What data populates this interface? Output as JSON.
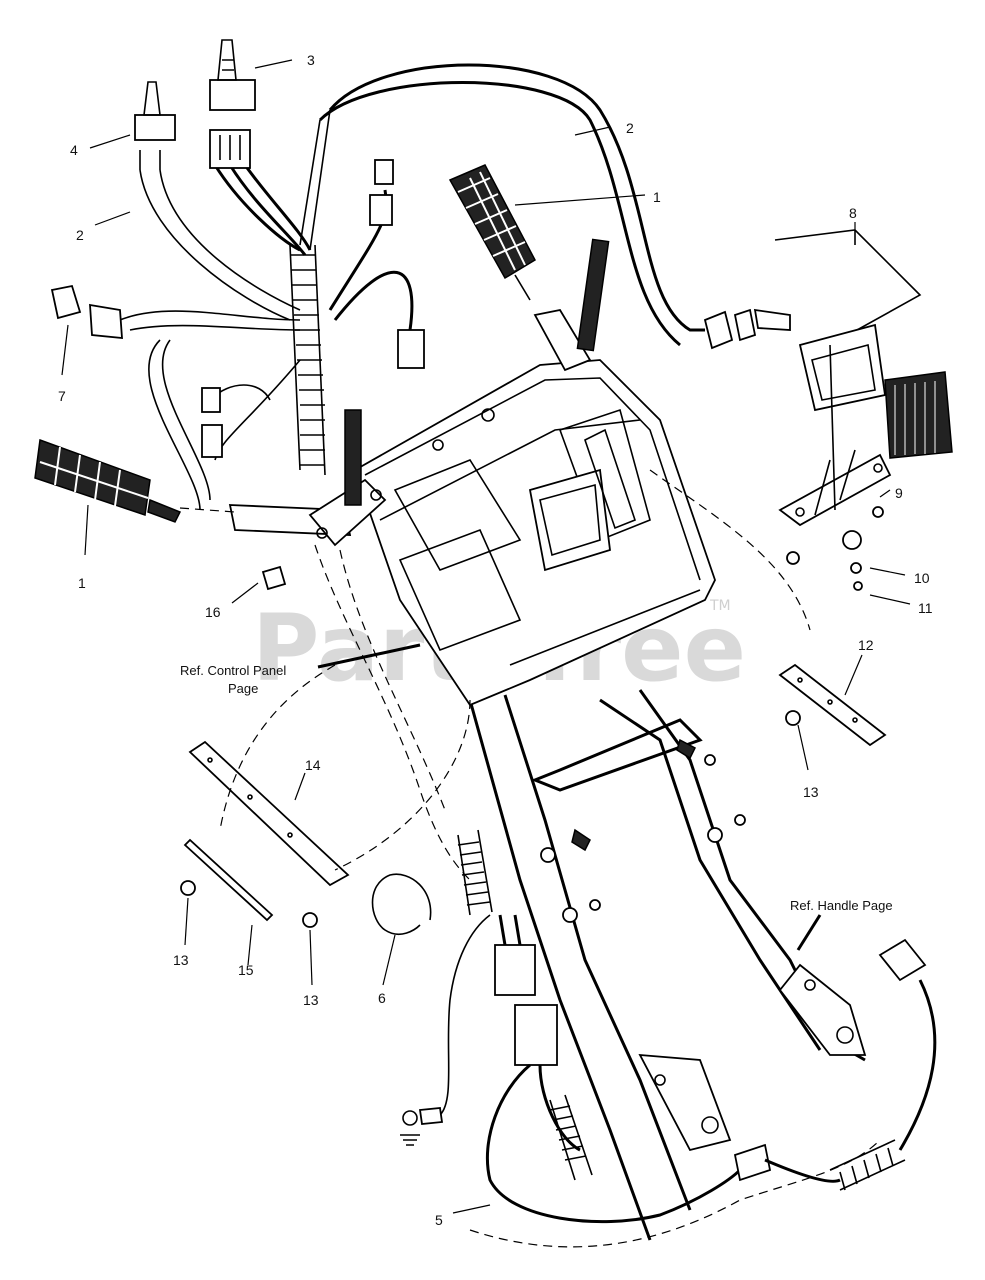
{
  "watermark": {
    "text": "PartsTree",
    "trademark": "TM"
  },
  "references": {
    "control_panel_line1": "Ref. Control Panel",
    "control_panel_line2": "Page",
    "handle_page": "Ref. Handle Page"
  },
  "callouts": {
    "c1_grip_right": "1",
    "c1_grip_left": "1",
    "c2_harness_right": "2",
    "c2_harness_left": "2",
    "c3_switch": "3",
    "c4_switch": "4",
    "c5_harness_bottom": "5",
    "c6_wire": "6",
    "c7_clip": "7",
    "c8_headlight": "8",
    "c9_bracket": "9",
    "c10_washer": "10",
    "c11_screw": "11",
    "c12_plate": "12",
    "c13_nut_right": "13",
    "c13_nut_left": "13",
    "c13_nut_center": "13",
    "c14_plate": "14",
    "c15_strap": "15",
    "c16_bolt": "16"
  }
}
